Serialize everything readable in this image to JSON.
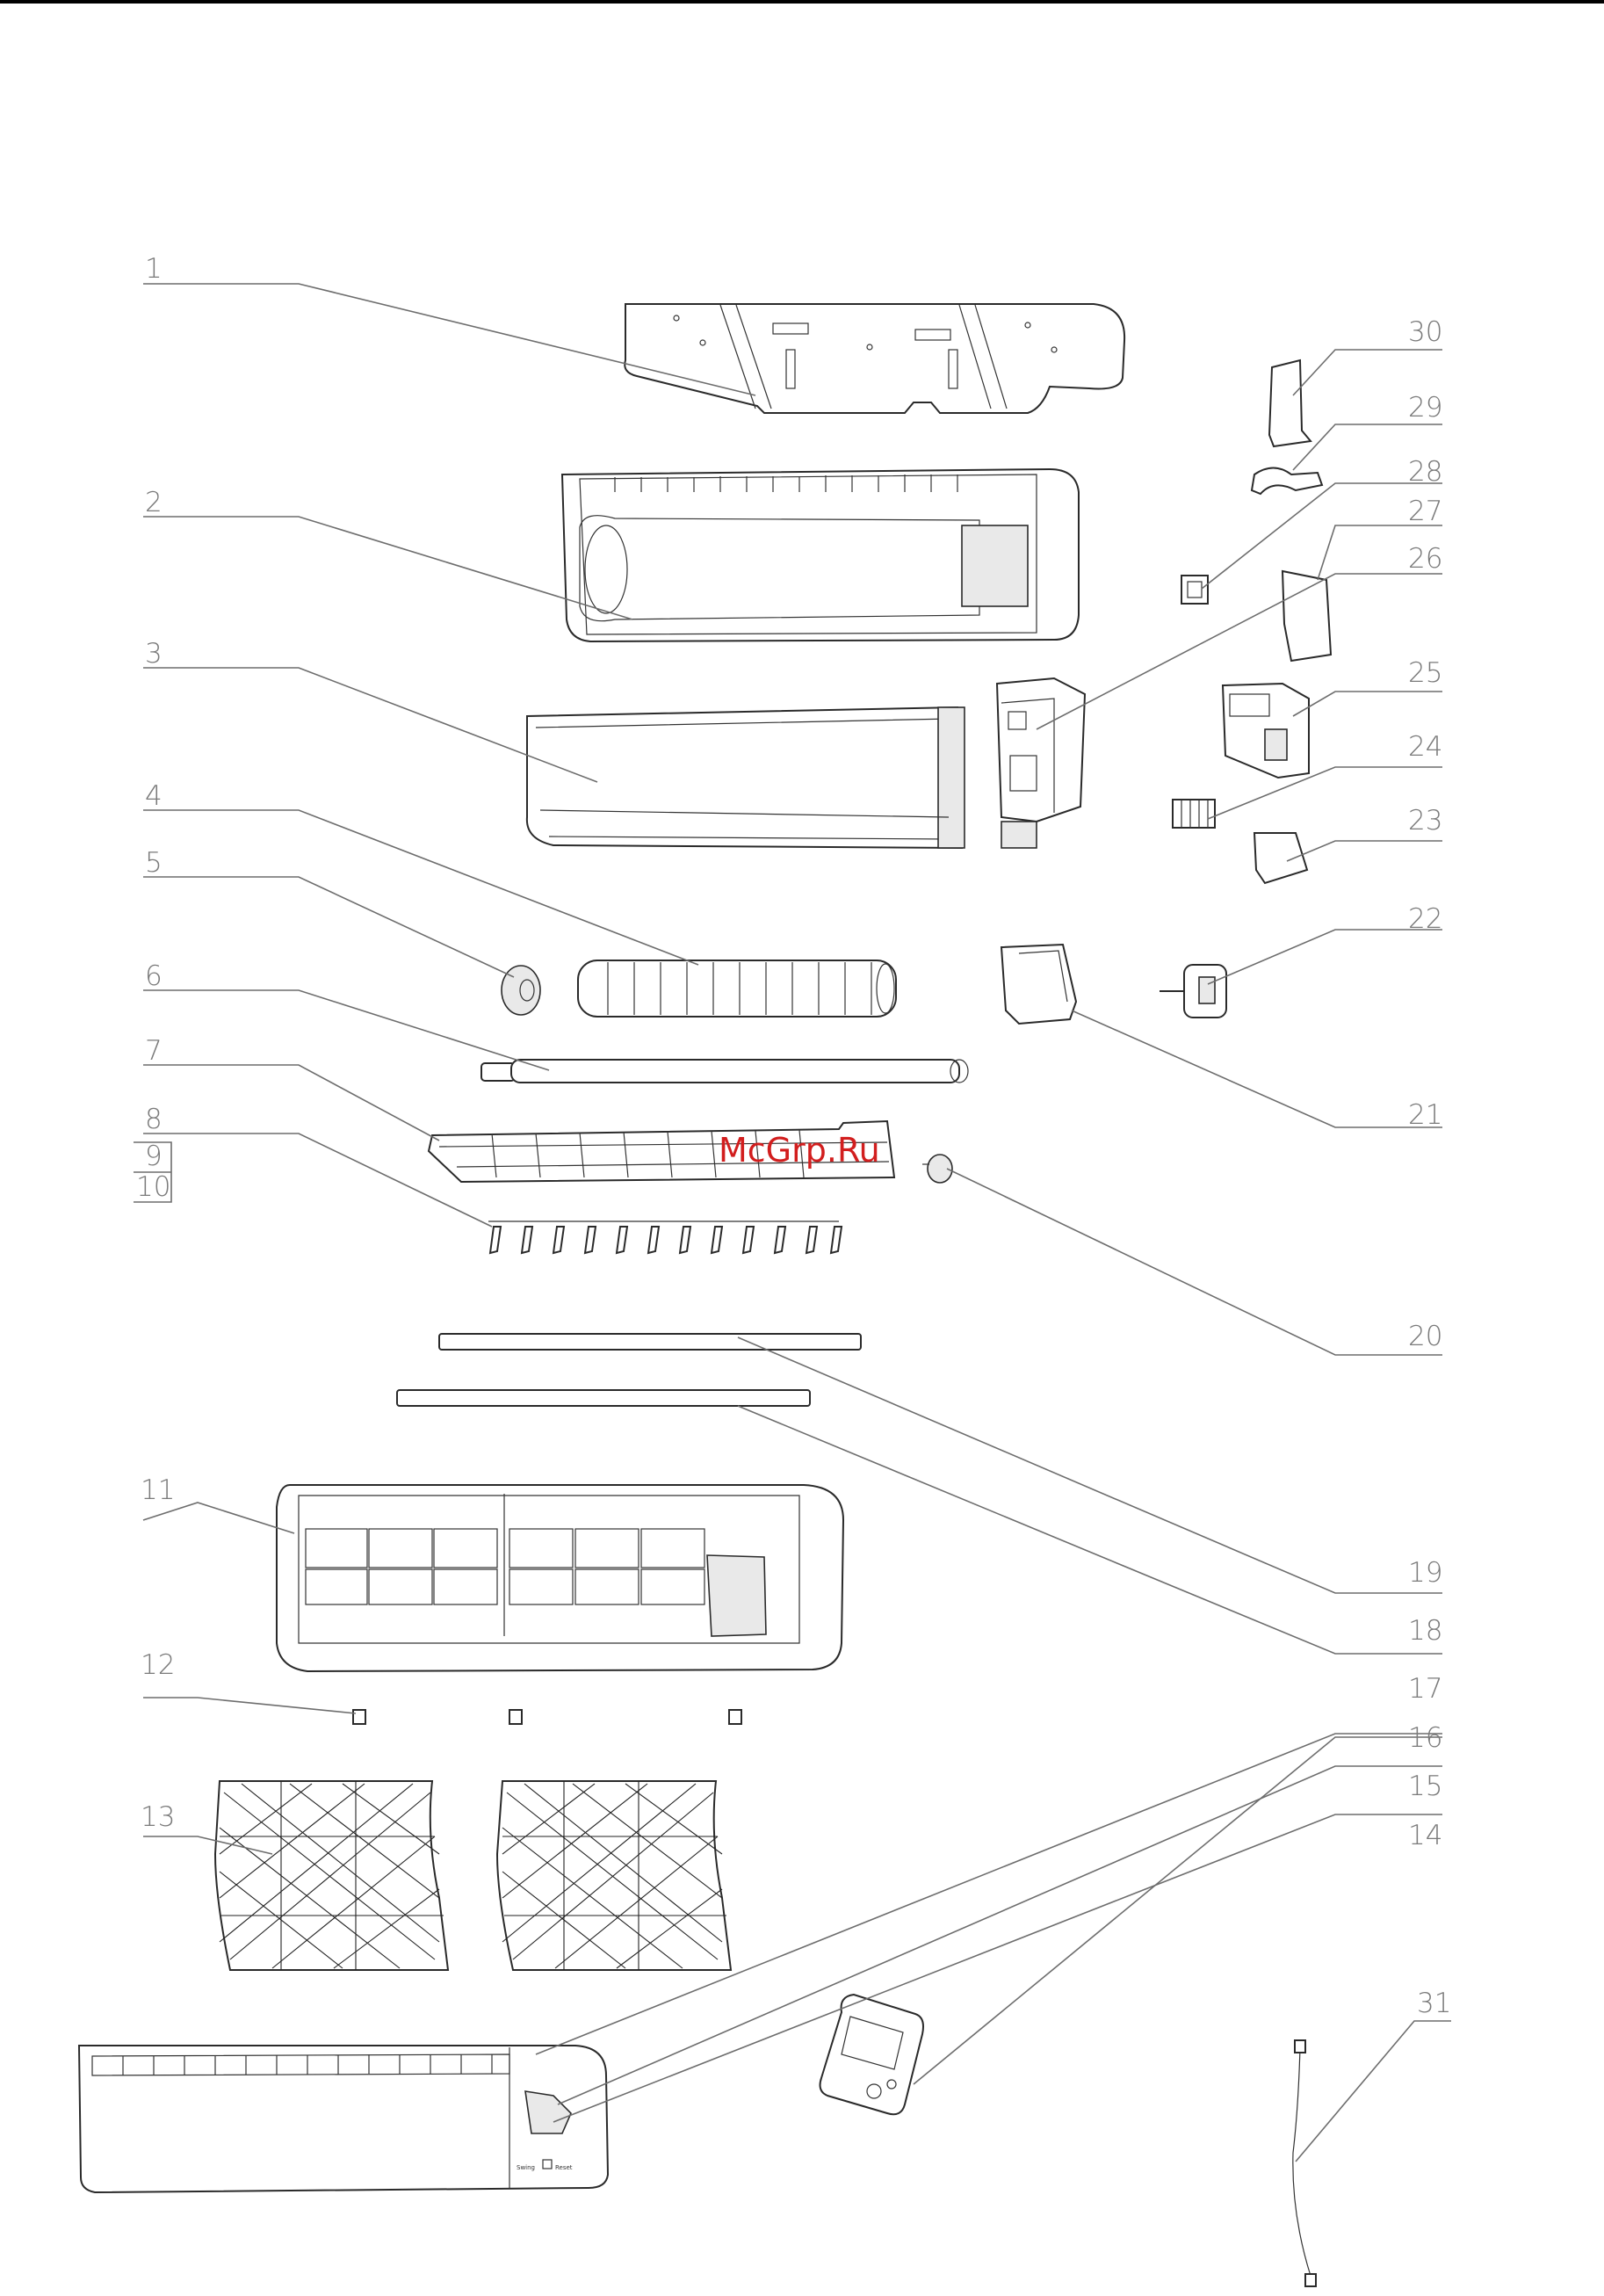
{
  "watermark": "McGrp.Ru",
  "callouts": [
    {
      "id": "1",
      "label": "1"
    },
    {
      "id": "2",
      "label": "2"
    },
    {
      "id": "3",
      "label": "3"
    },
    {
      "id": "4",
      "label": "4"
    },
    {
      "id": "5",
      "label": "5"
    },
    {
      "id": "6",
      "label": "6"
    },
    {
      "id": "7",
      "label": "7"
    },
    {
      "id": "8",
      "label": "8"
    },
    {
      "id": "9",
      "label": "9"
    },
    {
      "id": "10",
      "label": "10"
    },
    {
      "id": "11",
      "label": "11"
    },
    {
      "id": "12",
      "label": "12"
    },
    {
      "id": "13",
      "label": "13"
    },
    {
      "id": "14",
      "label": "14"
    },
    {
      "id": "15",
      "label": "15"
    },
    {
      "id": "16",
      "label": "16"
    },
    {
      "id": "17",
      "label": "17"
    },
    {
      "id": "18",
      "label": "18"
    },
    {
      "id": "19",
      "label": "19"
    },
    {
      "id": "20",
      "label": "20"
    },
    {
      "id": "21",
      "label": "21"
    },
    {
      "id": "22",
      "label": "22"
    },
    {
      "id": "23",
      "label": "23"
    },
    {
      "id": "24",
      "label": "24"
    },
    {
      "id": "25",
      "label": "25"
    },
    {
      "id": "26",
      "label": "26"
    },
    {
      "id": "27",
      "label": "27"
    },
    {
      "id": "28",
      "label": "28"
    },
    {
      "id": "29",
      "label": "29"
    },
    {
      "id": "30",
      "label": "30"
    },
    {
      "id": "31",
      "label": "31"
    }
  ],
  "panel_buttons": [
    "Swing",
    "Reset"
  ]
}
